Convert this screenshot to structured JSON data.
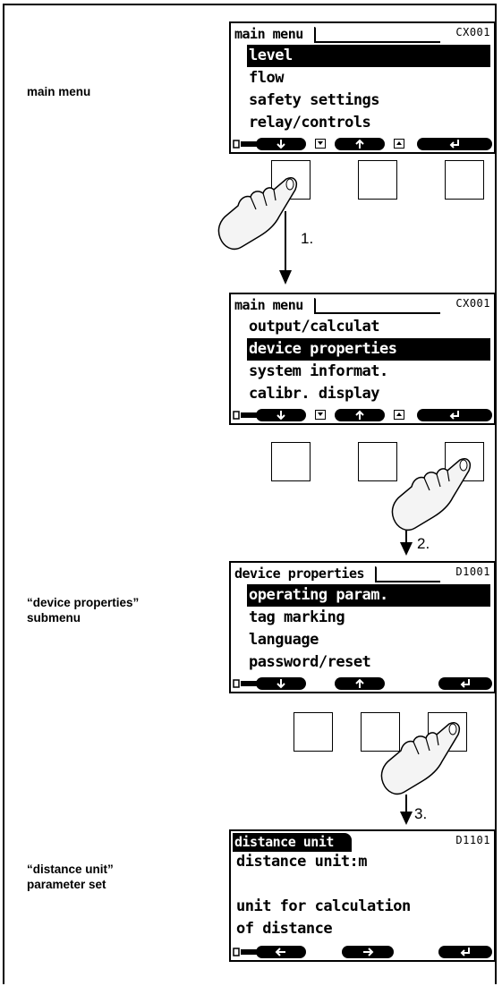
{
  "labels": {
    "main_menu": "main menu",
    "device_properties": "“device properties”\nsubmenu",
    "distance_unit": "“distance unit”\nparameter set"
  },
  "screens": [
    {
      "title": "main menu",
      "code": "CX001",
      "items": [
        "level",
        "flow",
        "safety settings",
        "relay/controls"
      ],
      "selected_index": 0,
      "softkeys": [
        "down-arrow",
        "up-arrow",
        "enter"
      ]
    },
    {
      "title": "main menu",
      "code": "CX001",
      "items": [
        "output/calculat",
        "device properties",
        "system informat.",
        "calibr. display"
      ],
      "selected_index": 1,
      "softkeys": [
        "down-arrow",
        "up-arrow",
        "enter"
      ]
    },
    {
      "title": "device properties",
      "code": "D1001",
      "items": [
        "operating param.",
        "tag marking",
        "language",
        "password/reset"
      ],
      "selected_index": 0,
      "softkeys": [
        "down-arrow",
        "up-arrow",
        "enter"
      ]
    },
    {
      "title": "distance unit",
      "code": "D1101",
      "items": [
        "distance unit:m",
        "",
        "unit for calculation",
        "of distance"
      ],
      "softkeys": [
        "left-arrow",
        "right-arrow",
        "enter"
      ]
    }
  ],
  "steps": [
    "1.",
    "2.",
    "3."
  ],
  "icons": {
    "hand": "pressing-hand-icon",
    "arrow": "down-arrow-icon",
    "softkey_prefix": "key-icon"
  }
}
